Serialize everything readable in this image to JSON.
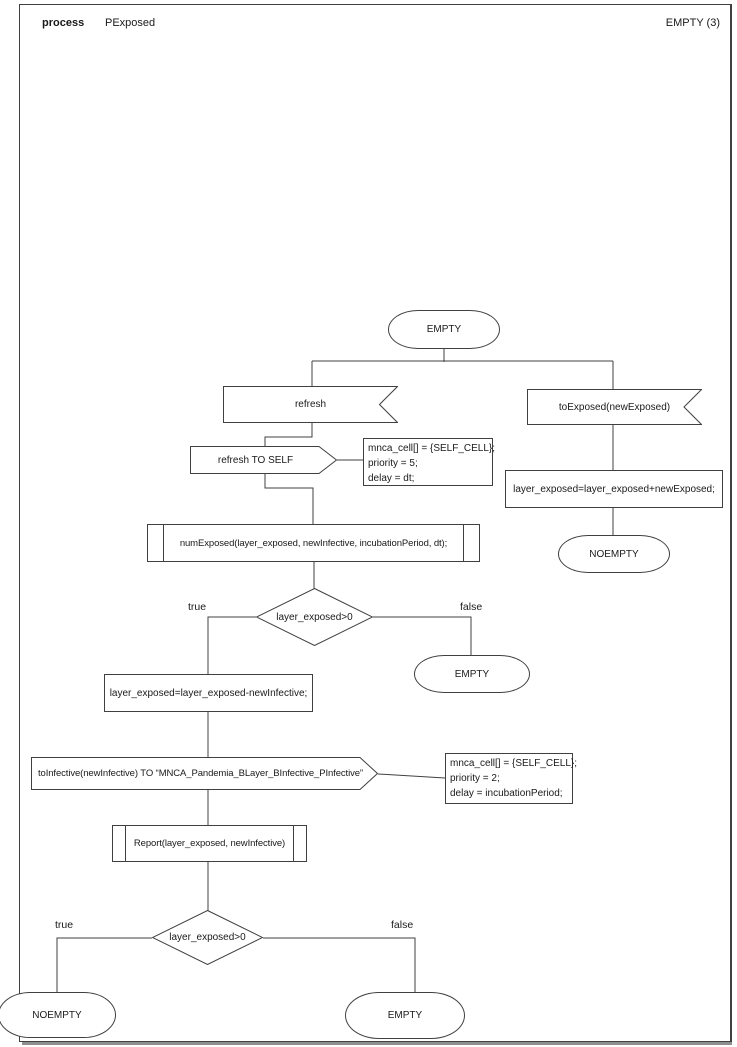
{
  "header": {
    "kind": "process",
    "name": "PExposed",
    "state_indicator": "EMPTY (3)"
  },
  "nodes": {
    "start_state": {
      "label": "EMPTY"
    },
    "input_refresh": {
      "label": "refresh"
    },
    "input_to_exposed": {
      "label": "toExposed(newExposed)"
    },
    "output_refresh_self": {
      "label": "refresh TO SELF"
    },
    "note_refresh": {
      "lines": [
        "mnca_cell[] = {SELF_CELL};",
        "priority = 5;",
        "delay = dt;"
      ]
    },
    "assign_add_exposed": {
      "label": "layer_exposed=layer_exposed+newExposed;"
    },
    "state_noempty_right": {
      "label": "NOEMPTY"
    },
    "proc_num_exposed": {
      "label": "numExposed(layer_exposed, newInfective, incubationPeriod, dt);"
    },
    "decision_top": {
      "label": "layer_exposed>0",
      "true_label": "true",
      "false_label": "false"
    },
    "state_empty_mid": {
      "label": "EMPTY"
    },
    "assign_sub_infective": {
      "label": "layer_exposed=layer_exposed-newInfective;"
    },
    "output_to_infective": {
      "label": "toInfective(newInfective) TO “MNCA_Pandemia_BLayer_BInfective_PInfective”"
    },
    "note_infective": {
      "lines": [
        "mnca_cell[] = {SELF_CELL};",
        "priority = 2;",
        "delay = incubationPeriod;"
      ]
    },
    "proc_report": {
      "label": "Report(layer_exposed, newInfective)"
    },
    "decision_bottom": {
      "label": "layer_exposed>0",
      "true_label": "true",
      "false_label": "false"
    },
    "state_noempty_bottom": {
      "label": "NOEMPTY"
    },
    "state_empty_bottom": {
      "label": "EMPTY"
    }
  },
  "colors": {
    "line": "#404040",
    "text": "#1a1a1a",
    "background": "#ffffff",
    "frame_shadow": "#8f8f8f"
  }
}
